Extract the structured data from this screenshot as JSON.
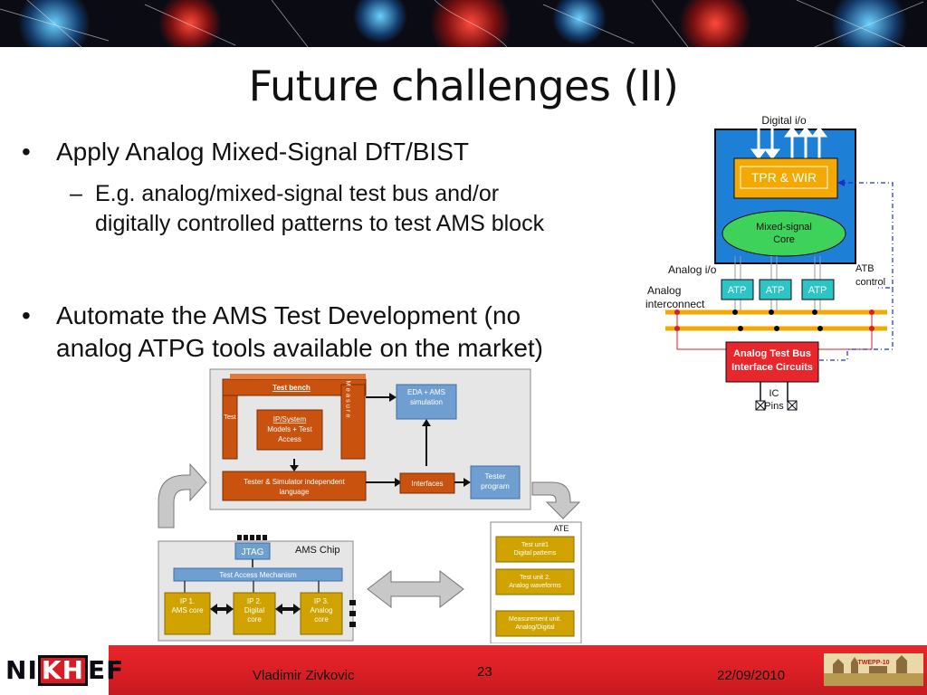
{
  "slide": {
    "title": "Future challenges (II)",
    "bullets": [
      {
        "text_line1": "Apply Analog Mixed-Signal DfT/BIST",
        "sub": {
          "line1": "E.g. analog/mixed-signal test bus and/or",
          "line2": "digitally controlled patterns to test AMS block"
        }
      },
      {
        "text_line1": "Automate the AMS Test Development (no",
        "text_line2": "analog ATPG tools available on the market)"
      }
    ]
  },
  "right_diagram": {
    "digital_io": "Digital i/o",
    "tpr_wir": "TPR & WIR",
    "core_line1": "Mixed-signal",
    "core_line2": "Core",
    "analog_io": "Analog i/o",
    "atb_line1": "ATB",
    "atb_line2": "control",
    "analog_line1": "Analog",
    "analog_line2": "interconnect",
    "atp": "ATP",
    "bus_line1": "Analog Test Bus",
    "bus_line2": "Interface Circuits",
    "ic_line1": "IC",
    "ic_line2": "Pins"
  },
  "flow_diagram": {
    "test_bench": "Test bench",
    "test_vertical": "Test",
    "measure_vertical": "Measure",
    "ip_line1": "IP/System",
    "ip_line2": "Models + Test",
    "ip_line3": "Access",
    "lang_line1": "Tester & Simulator independent",
    "lang_line2": "language",
    "eda_line1": "EDA + AMS",
    "eda_line2": "simulation",
    "interfaces": "Interfaces",
    "tester_line1": "Tester",
    "tester_line2": "program"
  },
  "chip": {
    "jtag": "JTAG",
    "ams_chip": "AMS Chip",
    "tam": "Test Access Mechanism",
    "ip1_line1": "IP 1.",
    "ip1_line2": "AMS core",
    "ip2_line1": "IP 2.",
    "ip2_line2": "Digital",
    "ip2_line3": "core",
    "ip3_line1": "IP 3.",
    "ip3_line2": "Analog",
    "ip3_line3": "core"
  },
  "ate": {
    "label": "ATE",
    "unit1_line1": "Test unit1",
    "unit1_line2": "Digital patterns",
    "unit2_line1": "Test unit 2.",
    "unit2_line2": "Analog waveforms",
    "unit3_line1": "Measurement unit.",
    "unit3_line2": "Analog/Digital"
  },
  "footer": {
    "author": "Vladimir Zivkovic",
    "page": "23",
    "date": "22/09/2010",
    "logo_n": "N",
    "logo_i": "I",
    "logo_kh": "KH",
    "logo_ef": "EF",
    "badge": "TWEPP-10"
  },
  "colors": {
    "footer_red": "#d81e24",
    "chip_blue": "#1e7fd6",
    "tpr_orange": "#f5a800",
    "core_green": "#3fd25a",
    "atp_cyan": "#2cc4c4",
    "bus_red": "#e8262b",
    "brown": "#c9520e",
    "steel_blue": "#6f9fd0",
    "gold": "#d1a300"
  }
}
